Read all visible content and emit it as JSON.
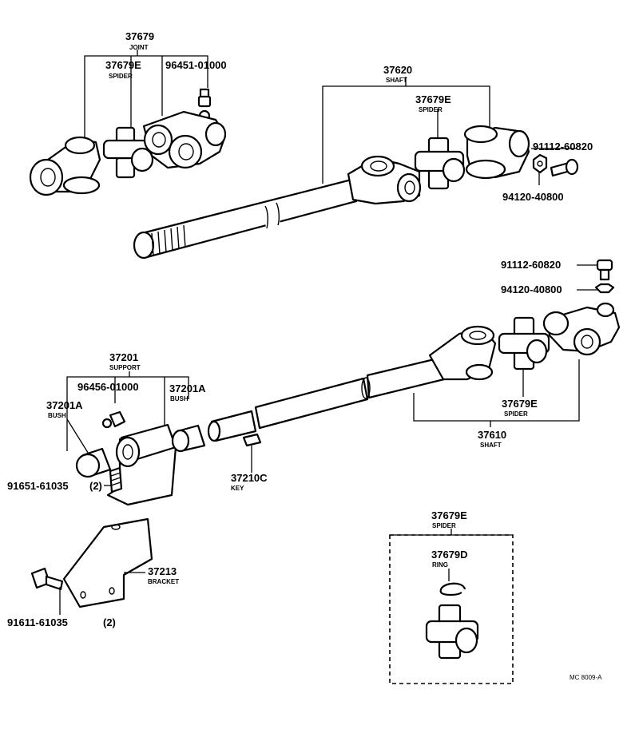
{
  "labels": {
    "joint": {
      "number": "37679",
      "name": "JOINT"
    },
    "spider_top_left": {
      "number": "37679E",
      "name": "SPIDER"
    },
    "fitting_top": {
      "number": "96451-01000"
    },
    "shaft_upper": {
      "number": "37620",
      "name": "SHAFT"
    },
    "spider_top_right": {
      "number": "37679E",
      "name": "SPIDER"
    },
    "bolt_upper": {
      "number": "91112-60820"
    },
    "nut_upper": {
      "number": "94120-40800"
    },
    "bolt_mid": {
      "number": "91112-60820"
    },
    "nut_mid": {
      "number": "94120-40800"
    },
    "support": {
      "number": "37201",
      "name": "SUPPORT"
    },
    "fitting_support": {
      "number": "96456-01000"
    },
    "bush_left": {
      "number": "37201A",
      "name": "BUSH"
    },
    "bush_right": {
      "number": "37201A",
      "name": "BUSH"
    },
    "bolt_support": {
      "number": "91651-61035",
      "qty": "(2)"
    },
    "key": {
      "number": "37210C",
      "name": "KEY"
    },
    "spider_mid": {
      "number": "37679E",
      "name": "SPIDER"
    },
    "shaft_lower": {
      "number": "37610",
      "name": "SHAFT"
    },
    "bracket": {
      "number": "37213",
      "name": "BRACKET"
    },
    "bolt_bracket": {
      "number": "91611-61035",
      "qty": "(2)"
    },
    "spider_detail": {
      "number": "37679E",
      "name": "SPIDER"
    },
    "ring": {
      "number": "37679D",
      "name": "RING"
    }
  },
  "diagram_ref": "MC 8009-A"
}
